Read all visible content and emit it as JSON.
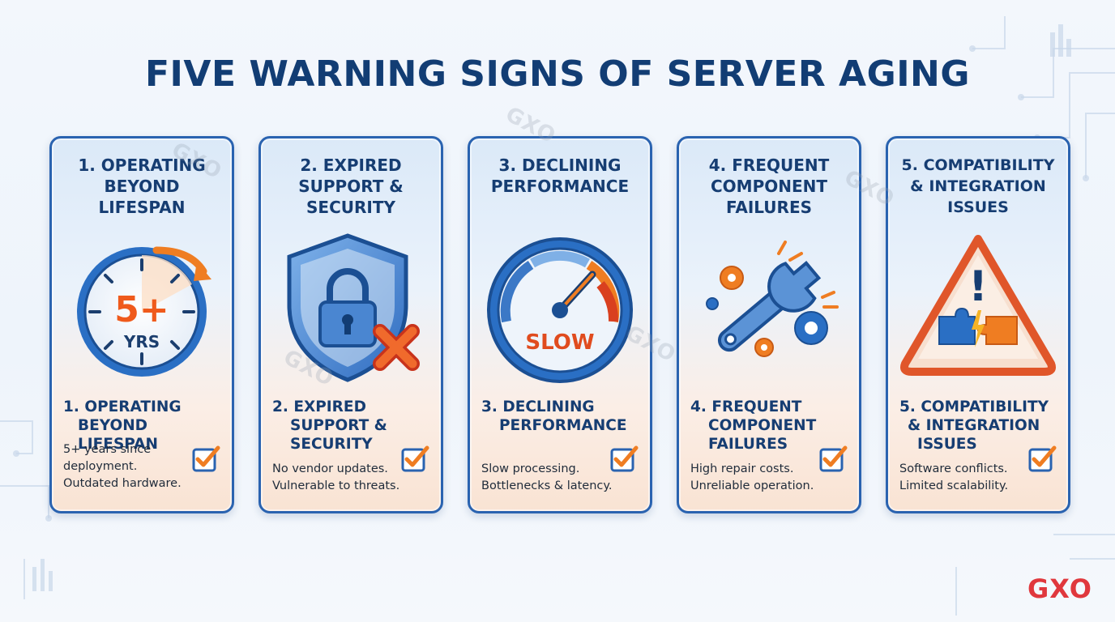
{
  "title": "FIVE WARNING SIGNS OF SERVER AGING",
  "brand": "GXO",
  "watermark": "GXO",
  "colors": {
    "navy": "#163d72",
    "border": "#2a63b0",
    "accent_orange": "#ef7d22",
    "brand_red": "#e0383d"
  },
  "cards": [
    {
      "heading": [
        "1. OPERATING",
        "BEYOND",
        "LIFESPAN"
      ],
      "icon": "clock-5plus-years-icon",
      "icon_text": [
        "5+",
        "YRS"
      ],
      "subheading": [
        "1. OPERATING",
        "BEYOND LIFESPAN"
      ],
      "description": [
        "5+ years since",
        "deployment.",
        "Outdated hardware."
      ]
    },
    {
      "heading": [
        "2. EXPIRED",
        "SUPPORT &",
        "SECURITY"
      ],
      "icon": "shield-lock-x-icon",
      "subheading": [
        "2. EXPIRED",
        "SUPPORT &",
        "SECURITY"
      ],
      "description": [
        "No vendor updates.",
        "Vulnerable to threats."
      ]
    },
    {
      "heading": [
        "3. DECLINING",
        "PERFORMANCE"
      ],
      "icon": "speedometer-slow-icon",
      "icon_text": [
        "SLOW"
      ],
      "subheading": [
        "3. DECLINING",
        "PERFORMANCE"
      ],
      "description": [
        "Slow processing.",
        "Bottlenecks & latency."
      ]
    },
    {
      "heading": [
        "4. FREQUENT",
        "COMPONENT",
        "FAILURES"
      ],
      "icon": "wrench-gears-icon",
      "subheading": [
        "4. FREQUENT",
        "COMPONENT",
        "FAILURES"
      ],
      "description": [
        "High repair costs.",
        "Unreliable operation."
      ]
    },
    {
      "heading": [
        "5. COMPATIBILITY",
        "& INTEGRATION",
        "ISSUES"
      ],
      "icon": "warning-puzzle-icon",
      "icon_text": [
        "!"
      ],
      "subheading": [
        "5. COMPATIBILITY",
        "& INTEGRATION",
        "ISSUES"
      ],
      "description": [
        "Software conflicts.",
        "Limited scalability."
      ]
    }
  ]
}
